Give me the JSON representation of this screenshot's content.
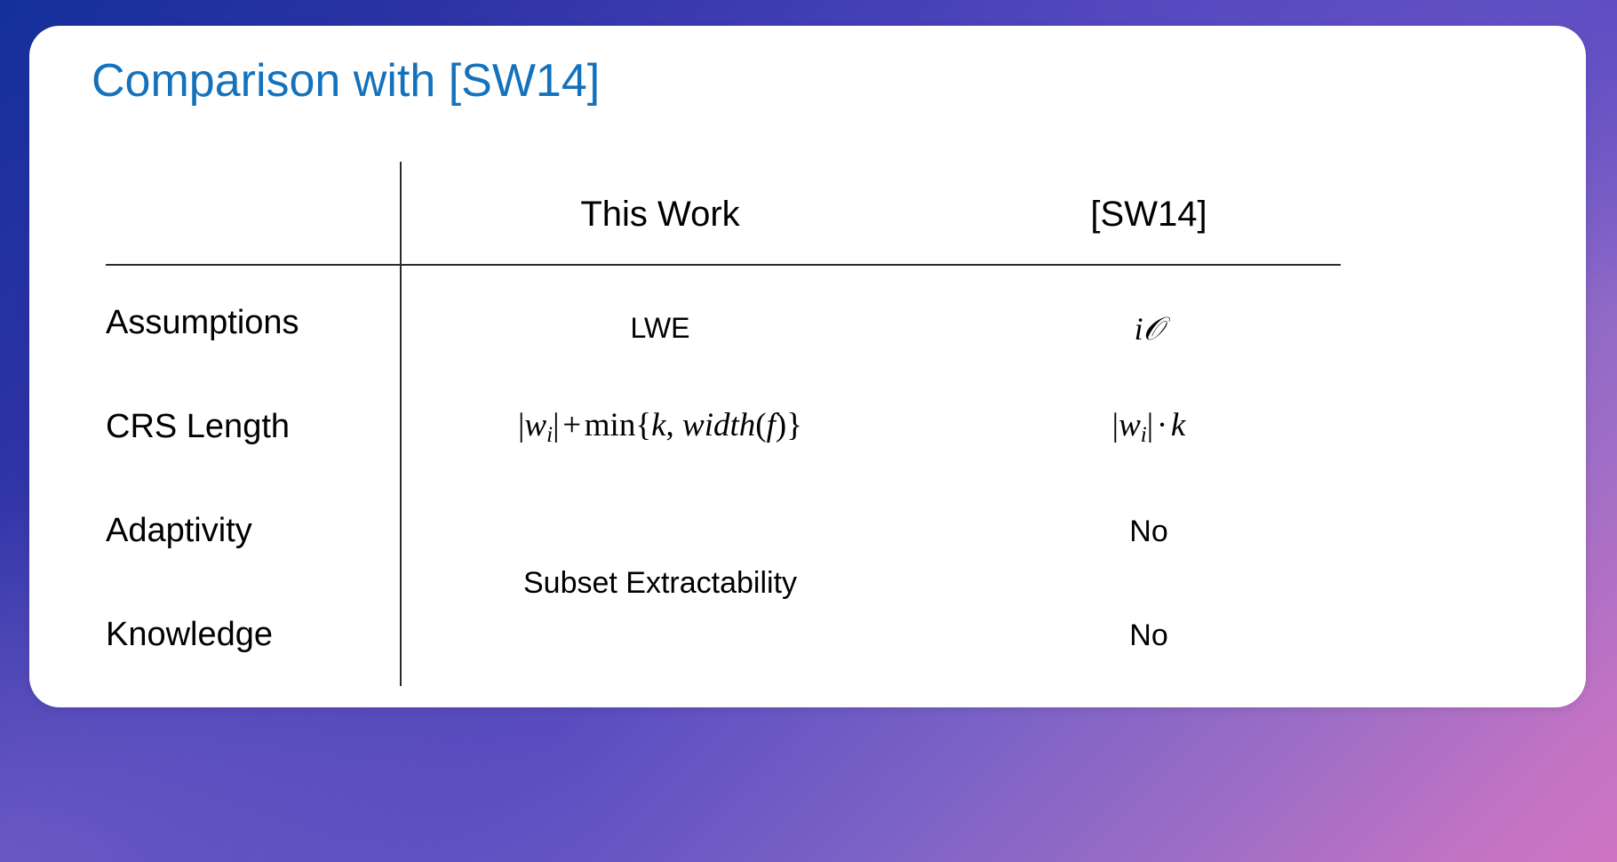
{
  "slide": {
    "title": "Comparison with [SW14]",
    "title_color": "#1472bc",
    "card_color": "#ffffff",
    "background": {
      "type": "linear-gradient",
      "direction": "135deg",
      "from": "#14309b",
      "mid": "#5a4cc0",
      "to": "#cd74c3"
    }
  },
  "table": {
    "column_headers": [
      "",
      "This Work",
      "[SW14]"
    ],
    "row_labels": [
      "Assumptions",
      "CRS Length",
      "Adaptivity",
      "Knowledge"
    ],
    "cells": {
      "assumptions": {
        "this_work": "LWE",
        "sw14_plain": "iO"
      },
      "crs_length": {
        "this_work_plain": "|w_i| + min{k, width(f)}",
        "sw14_plain": "|w_i| · k"
      },
      "adaptivity": {
        "this_work": "",
        "sw14": "No"
      },
      "knowledge": {
        "this_work": "",
        "sw14": "No"
      },
      "spanning": {
        "this_work_adaptivity_knowledge": "Subset Extractability"
      }
    },
    "math": {
      "crs_this_work": {
        "abs_open": "|",
        "w": "w",
        "w_sub": "i",
        "abs_close": "|",
        "plus": "+",
        "min": "min",
        "brace_open": "{",
        "k": "k",
        "comma": ",",
        "width": "width",
        "paren_open": "(",
        "f": "f",
        "paren_close": ")",
        "brace_close": "}"
      },
      "crs_sw14": {
        "abs_open": "|",
        "w": "w",
        "w_sub": "i",
        "abs_close": "|",
        "dot": "·",
        "k": "k"
      },
      "io": {
        "i": "i",
        "O": "𝒪"
      }
    }
  }
}
